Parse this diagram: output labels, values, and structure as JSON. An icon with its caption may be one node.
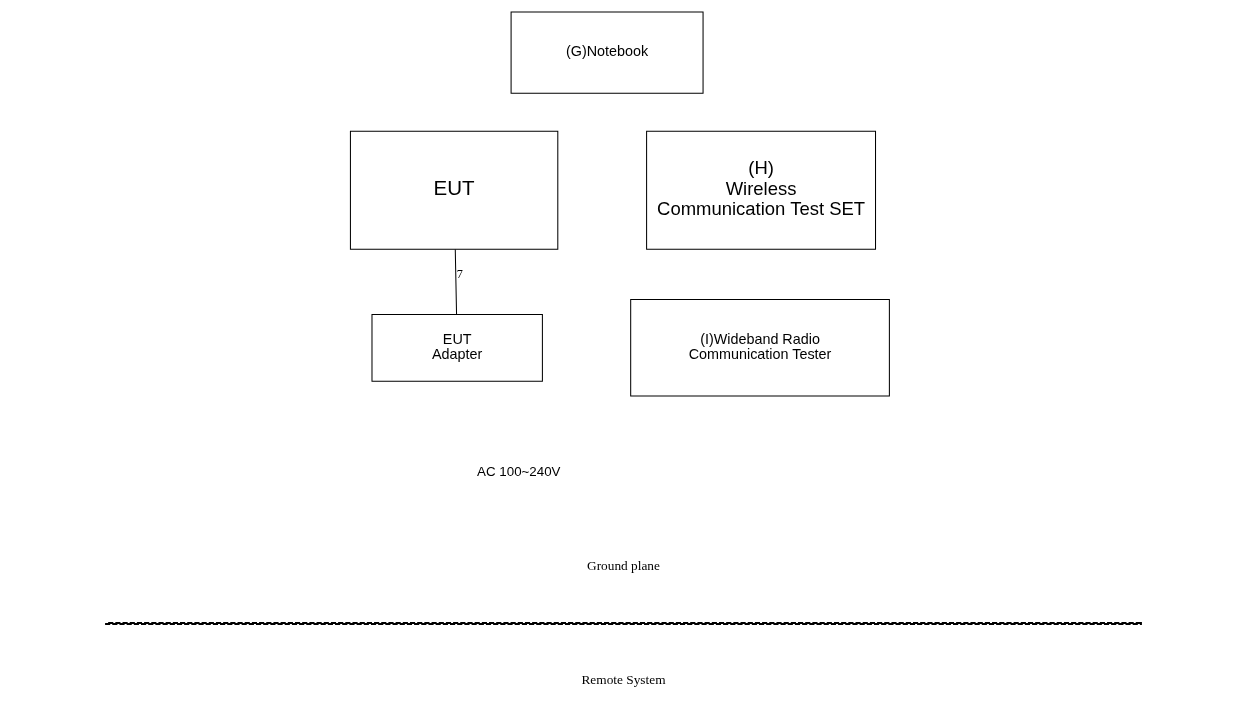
{
  "diagram": {
    "nodes": [
      {
        "text": [
          "(G)Notebook"
        ]
      },
      {
        "text": [
          "EUT"
        ]
      },
      {
        "text": [
          "(H) Wireless Communication Test SET"
        ]
      },
      {
        "text": [
          "EUT Adapter"
        ]
      },
      {
        "text": [
          "(I)Wideband Radio Communication Tester"
        ]
      }
    ],
    "edges": [
      {
        "from": 1,
        "to": 3,
        "arrow": "none",
        "label": "7"
      }
    ],
    "labels": [
      "AC 100~240V",
      "Ground plane",
      "Remote System"
    ]
  }
}
